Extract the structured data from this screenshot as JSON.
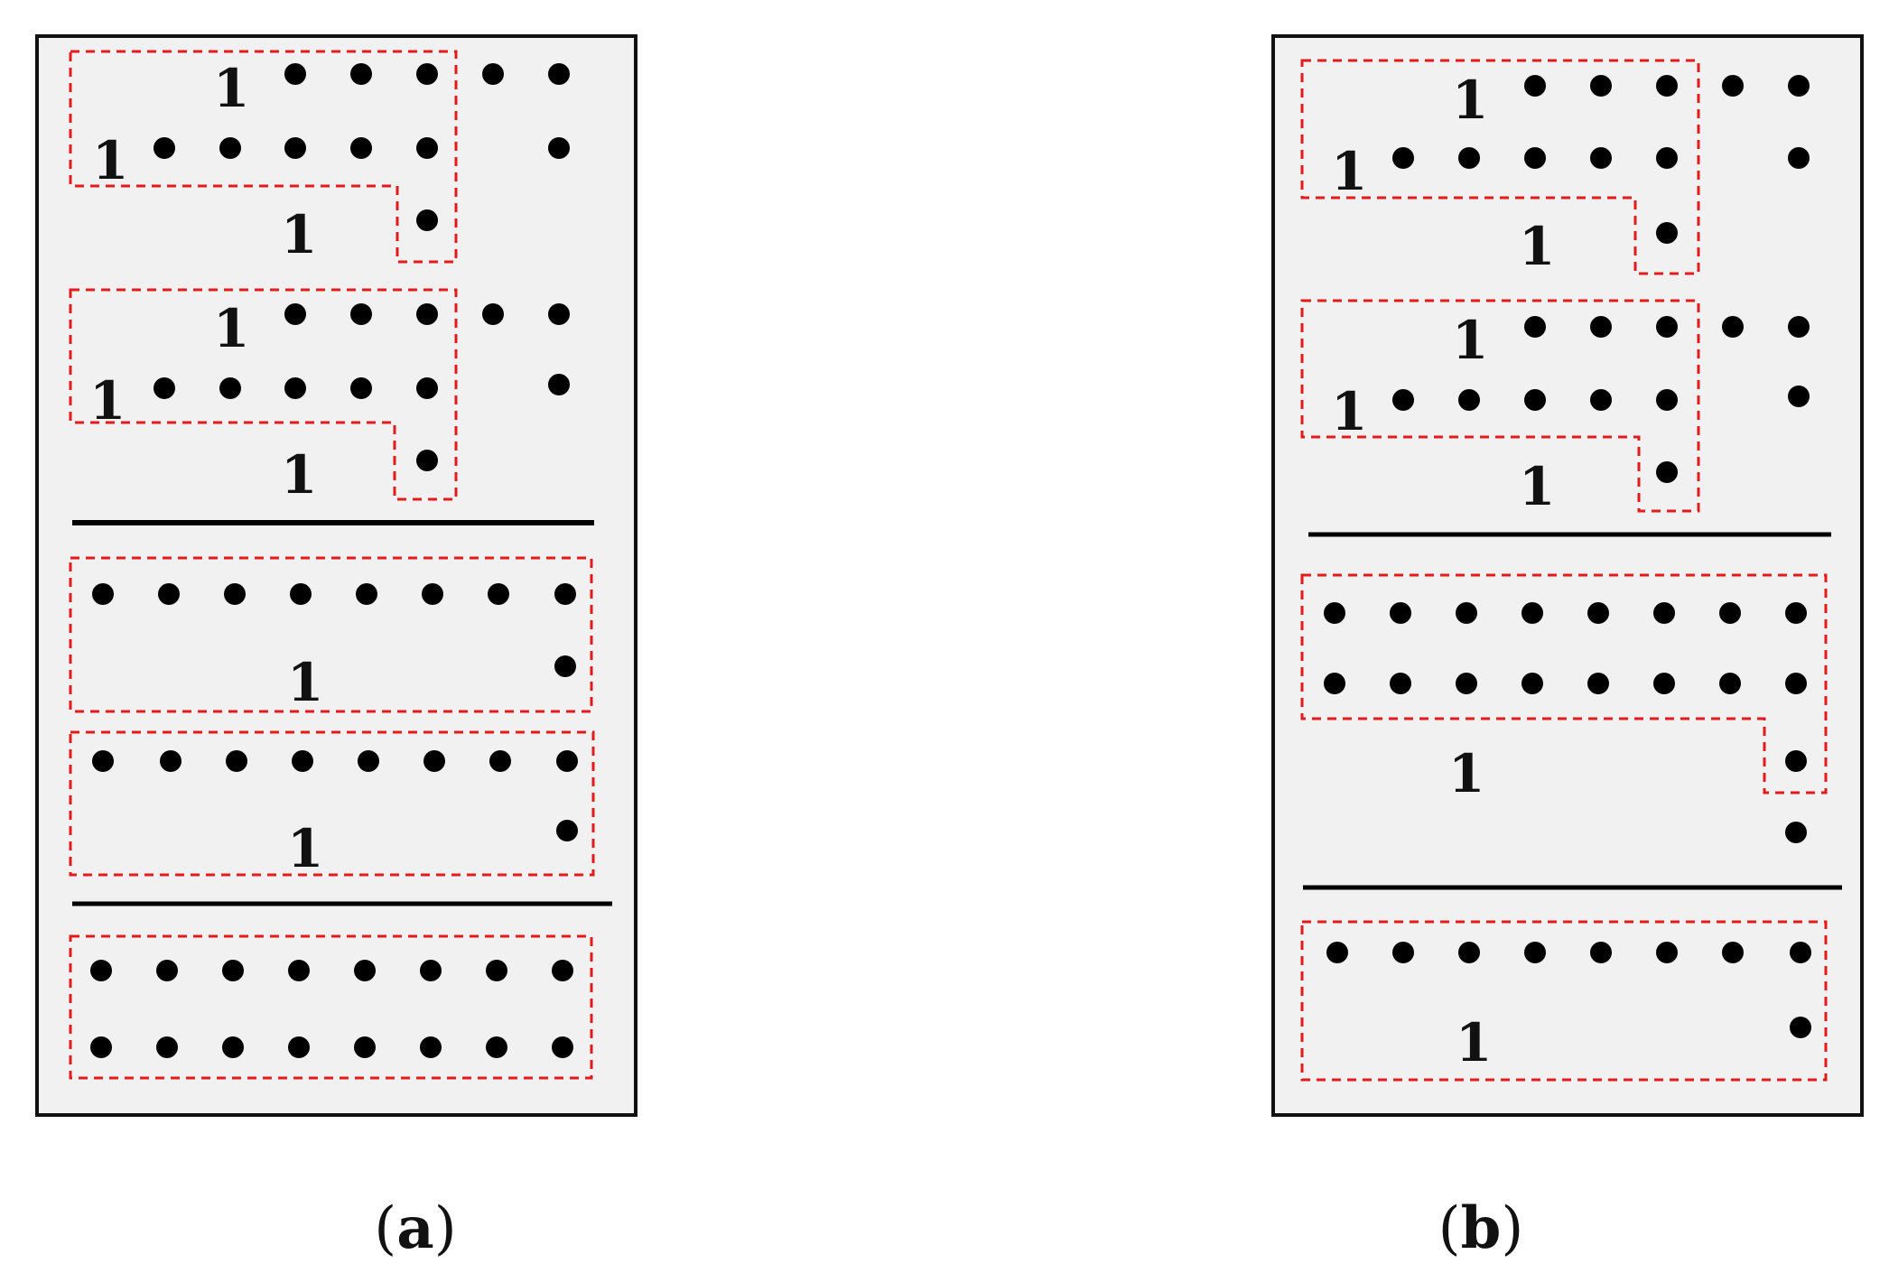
{
  "panels": [
    {
      "id": "a",
      "caption_open": "(",
      "caption_letter": "a",
      "caption_close": ")",
      "label_text": "1"
    },
    {
      "id": "b",
      "caption_open": "(",
      "caption_letter": "b",
      "caption_close": ")",
      "label_text": "1"
    }
  ],
  "colors": {
    "panel_fill": "#f1f1f1",
    "panel_border": "#111111",
    "dot": "#000000",
    "dashed_group": "#e31b1b",
    "separator": "#000000"
  }
}
